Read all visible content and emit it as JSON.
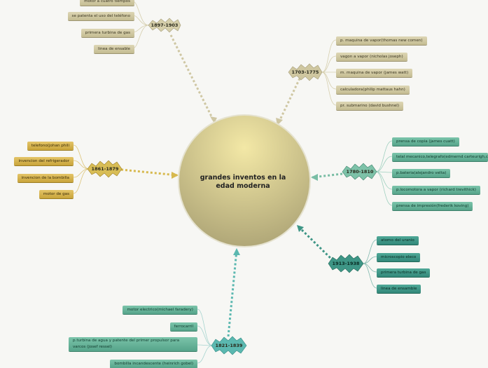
{
  "center": {
    "title": "grandes inventos en la edad moderna"
  },
  "colors": {
    "tan": "#c9c19a",
    "gold": "#d4b44a",
    "teal": "#6fb79c",
    "dteal": "#3e9686",
    "center_top": "#f0e4a0",
    "center_bottom": "#b4ab7c"
  },
  "branches": [
    {
      "year": "1897-1903",
      "color": "tan",
      "items": [
        "motor a cuatro tiempos",
        "se patenta el uso del teléfono",
        "primera turbina de gas",
        "linea de ensable"
      ]
    },
    {
      "year": "1703-1775",
      "color": "tan",
      "items": [
        "p. maquina de vapor(thomas new comen)",
        "vagon a vapor (nicholas joseph)",
        "m. maquina de vapor (james watt)",
        "calculadora(philip mattaus hahn)",
        "pr. submarino (david bushnel)"
      ]
    },
    {
      "year": "1861-1879",
      "color": "gold",
      "items": [
        "telefono(johan phili",
        "invencion del refrigerador",
        "invencion de la bombilla",
        "motor de gas"
      ]
    },
    {
      "year": "1780-1810",
      "color": "teal",
      "items": [
        "prensa de copia (james cuatt)",
        "telal mecanico,telegrafo(edmernd carteurigh,c",
        "p.bateria(alejandro velta)",
        "p.locomotora a vapor (richard trevithick)",
        "prensa de impresión(frederik koving)"
      ]
    },
    {
      "year": "1913-1938",
      "color": "dteal",
      "items": [
        "atomo del uranio",
        "microscopio eleco",
        "primera turbina de gas",
        "linea de ensamble"
      ]
    },
    {
      "year": "1821-1839",
      "color": "teal",
      "items": [
        "motor electrico(michael faradery)",
        "ferrocarril",
        "p.turbina de agua y patente del primer propulsor para varcos (josef ressel)",
        "bombilla incandescente (heinrich gobel)"
      ]
    }
  ]
}
